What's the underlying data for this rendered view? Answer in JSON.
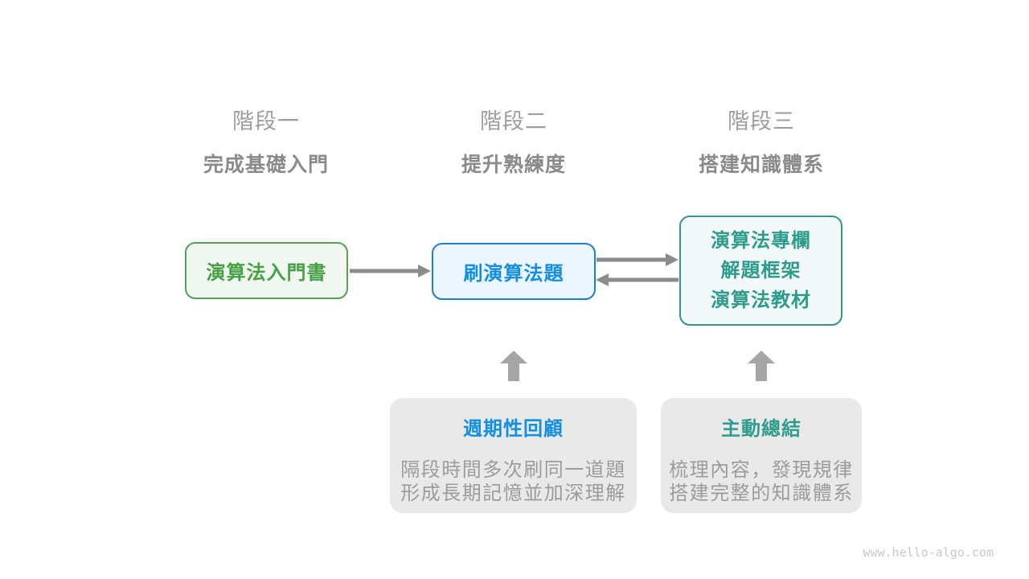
{
  "colors": {
    "green-border": "#55A055",
    "green-bg": "#F1F8F1",
    "green-text": "#46A146",
    "blue-border": "#1C7ECE",
    "blue-bg": "#EEF6FD",
    "blue-text": "#128FE0",
    "teal-border": "#37948A",
    "teal-bg": "#F3F9F8",
    "teal-text": "#2E9C8C",
    "stage-label": "#9E9E9E",
    "stage-subtitle": "#8A8A8A",
    "note-bg": "#E9E9E9",
    "note-desc": "#9C9C9C",
    "arrow": "#8C8C8C",
    "block-arrow": "#A5A5A5",
    "watermark": "#C8C8C8"
  },
  "stages": [
    {
      "label": "階段一",
      "subtitle": "完成基礎入門"
    },
    {
      "label": "階段二",
      "subtitle": "提升熟練度"
    },
    {
      "label": "階段三",
      "subtitle": "搭建知識體系"
    }
  ],
  "nodes": {
    "intro_book": {
      "label": "演算法入門書"
    },
    "practice": {
      "label": "刷演算法題"
    },
    "advanced": {
      "lines": [
        "演算法專欄",
        "解題框架",
        "演算法教材"
      ]
    }
  },
  "notes": [
    {
      "title": "週期性回顧",
      "lines": [
        "隔段時間多次刷同一道題",
        "形成長期記憶並加深理解"
      ]
    },
    {
      "title": "主動總結",
      "lines": [
        "梳理內容，發現規律",
        "搭建完整的知識體系"
      ]
    }
  ],
  "watermark": "www.hello-algo.com"
}
